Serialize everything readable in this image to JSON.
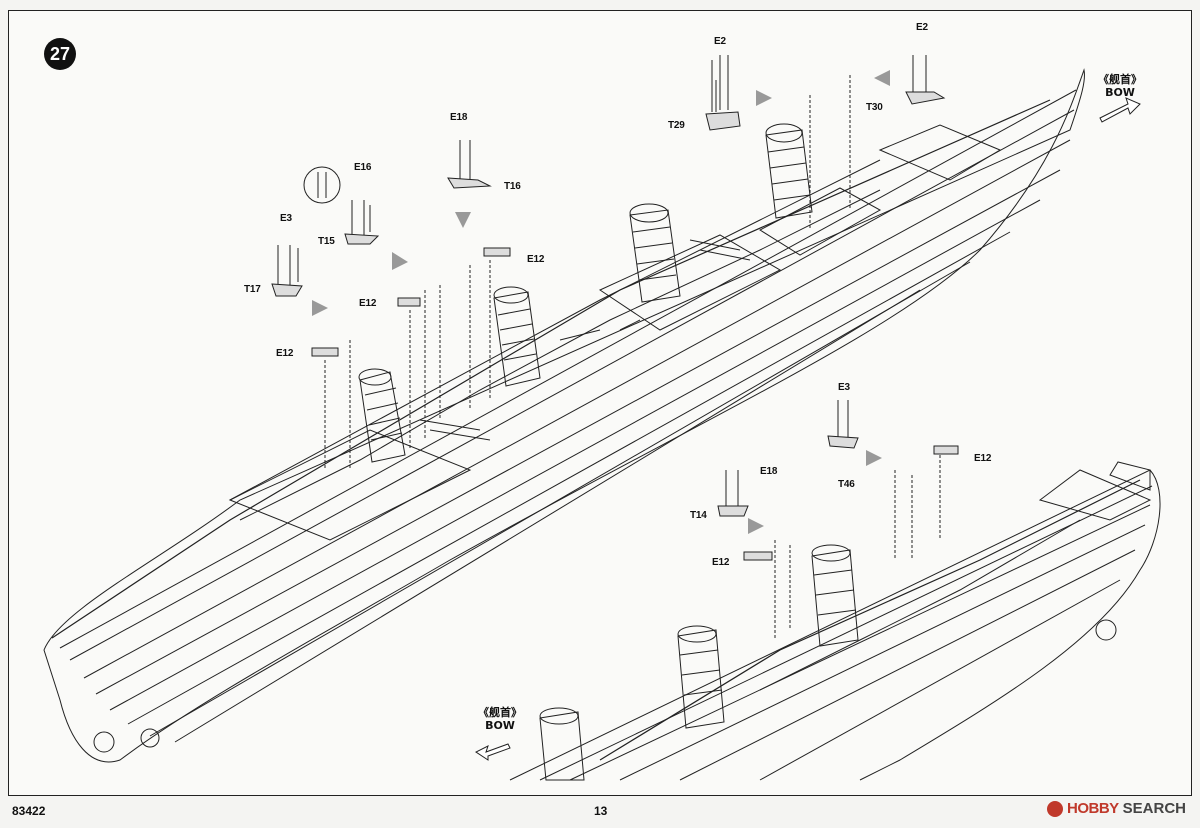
{
  "step": {
    "number": "27"
  },
  "bow_top": {
    "jp": "《舰首》",
    "en": "BOW"
  },
  "bow_bottom": {
    "jp": "《舰首》",
    "en": "BOW"
  },
  "labels": {
    "E2_a": "E2",
    "E2_b": "E2",
    "T29": "T29",
    "T30": "T30",
    "E18_top": "E18",
    "T16": "T16",
    "E16": "E16",
    "T15": "T15",
    "E3_top": "E3",
    "T17": "T17",
    "E12_a": "E12",
    "E12_b": "E12",
    "E12_c": "E12",
    "E3_right": "E3",
    "T46": "T46",
    "E12_right": "E12",
    "E18_right": "E18",
    "T14": "T14",
    "E12_low": "E12"
  },
  "footer": {
    "code": "83422",
    "page": "13"
  },
  "watermark": {
    "brand": "HOBBY",
    "suffix": "SEARCH"
  }
}
